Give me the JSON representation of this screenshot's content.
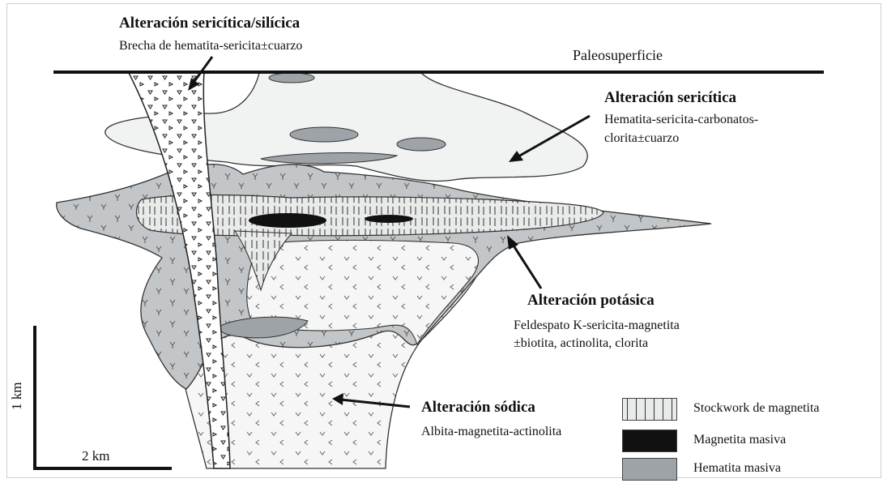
{
  "labels": {
    "sericitic_silicic": {
      "title": "Alteración sericítica/silícica",
      "desc": "Brecha de hematita-sericita±cuarzo"
    },
    "paleosurface": "Paleosuperficie",
    "sericitic": {
      "title": "Alteración sericítica",
      "desc_line1": "Hematita-sericita-carbonatos-",
      "desc_line2": "clorita±cuarzo"
    },
    "potassic": {
      "title": "Alteración potásica",
      "desc_line1": "Feldespato K-sericita-magnetita",
      "desc_line2": "±biotita, actinolita, clorita"
    },
    "sodic": {
      "title": "Alteración sódica",
      "desc": "Albita-magnetita-actinolita"
    }
  },
  "scale": {
    "vertical": "1 km",
    "horizontal": "2 km"
  },
  "legend": [
    {
      "label": "Stockwork de magnetita",
      "pattern": "stockwork"
    },
    {
      "label": "Magnetita masiva",
      "color": "#111111"
    },
    {
      "label": "Hematita masiva",
      "color": "#9da3a7"
    }
  ],
  "colors": {
    "sericitic_zone": "#f1f2f2",
    "potassic_zone": "#c3c6c8",
    "sodic_zone": "#f6f6f6",
    "hematite": "#9da3a7",
    "magnetite": "#111111"
  }
}
